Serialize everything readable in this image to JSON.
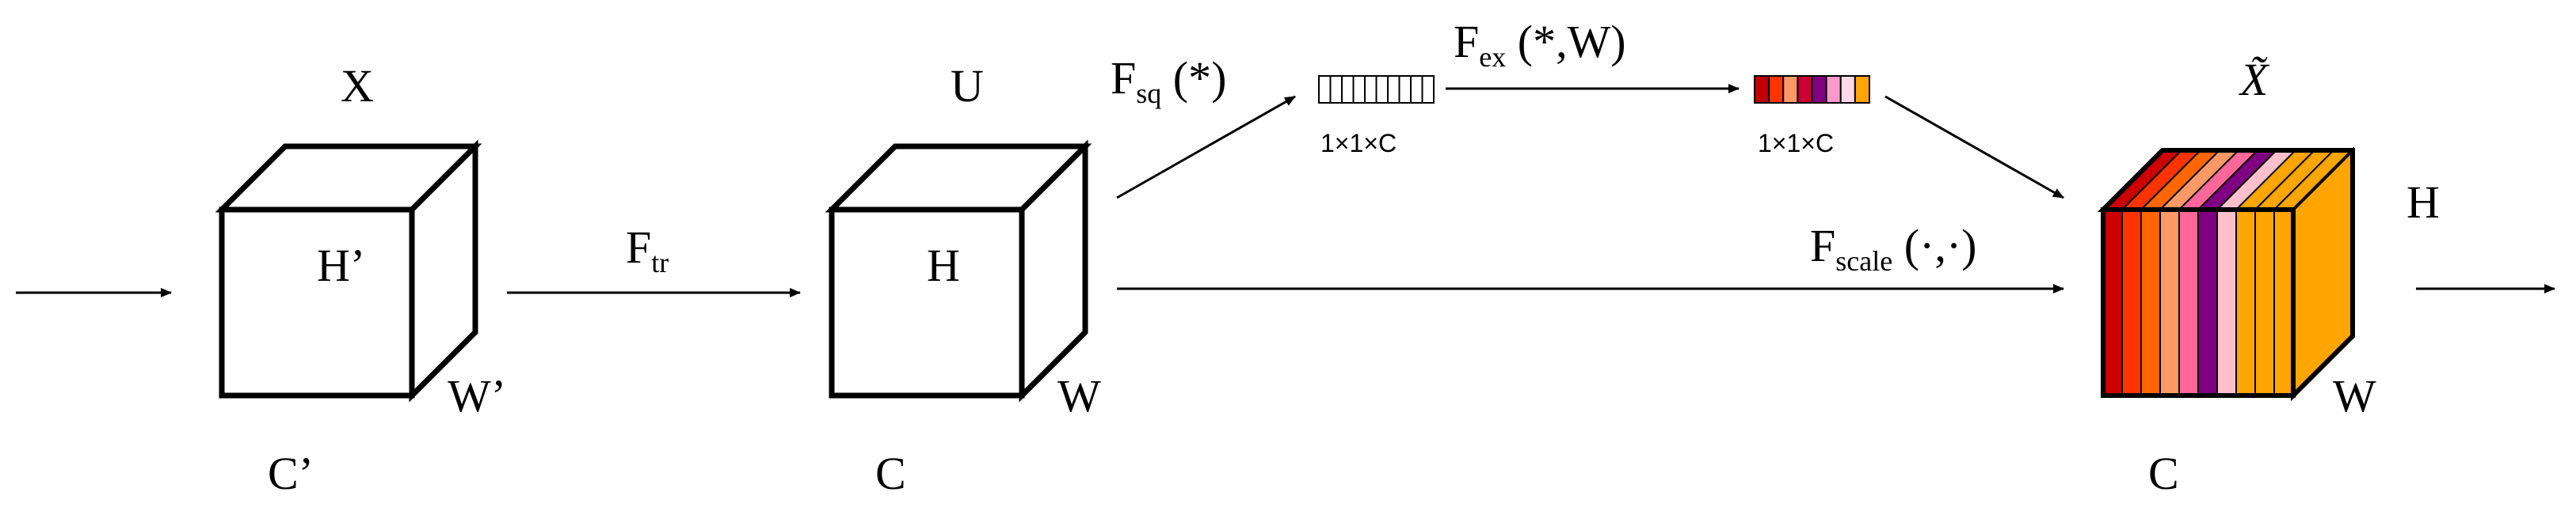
{
  "input_block": {
    "title": "X",
    "height_label": "H’",
    "width_label": "W’",
    "channel_label": "C’"
  },
  "transform": {
    "label_main": "F",
    "label_sub": "tr"
  },
  "feature_block": {
    "title": "U",
    "height_label": "H",
    "width_label": "W",
    "channel_label": "C"
  },
  "squeeze": {
    "label_main": "F",
    "label_sub": "sq",
    "label_arg": " (*)",
    "vector_dim": "1×1×C",
    "cells": 10
  },
  "excitation": {
    "label_main": "F",
    "label_sub": "ex",
    "label_arg": " (*,W)",
    "vector_dim": "1×1×C",
    "colors": [
      "#c00000",
      "#ff3300",
      "#ff9966",
      "#cc0033",
      "#7f0080",
      "#ff99cc",
      "#ffd9e6",
      "#ffa500"
    ]
  },
  "scale": {
    "label_main": "F",
    "label_sub": "scale",
    "label_arg": " (·,·)"
  },
  "output_block": {
    "title": "X̃",
    "height_label": "H",
    "width_label": "W",
    "channel_label": "C",
    "stripe_colors": [
      "#cc0000",
      "#ff3300",
      "#ff6600",
      "#ff9966",
      "#ff6699",
      "#7f0080",
      "#ffc0cb",
      "#ffa500",
      "#ffa500",
      "#ffa500"
    ],
    "side_color": "#ffa500"
  }
}
